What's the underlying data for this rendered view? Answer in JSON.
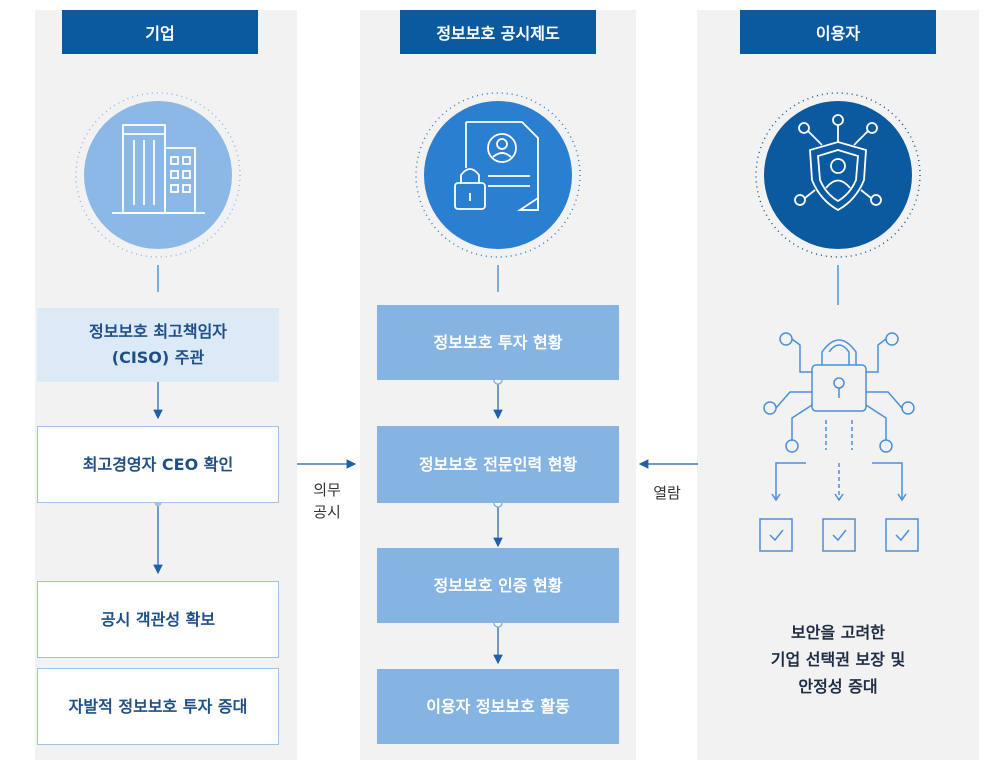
{
  "columns": {
    "company": {
      "header": "기업",
      "boxes": [
        "정보보호 최고책임자",
        "(CISO) 주관",
        "최고경영자 CEO 확인",
        "공시 객관성 확보",
        "자발적 정보보호 투자 증대"
      ]
    },
    "disclosure": {
      "header": "정보보호 공시제도",
      "boxes": [
        "정보보호 투자 현황",
        "정보보호 전문인력 현황",
        "정보보호 인증 현황",
        "이용자 정보보호 활동"
      ]
    },
    "user": {
      "header": "이용자",
      "result": [
        "보안을 고려한",
        "기업 선택권 보장 및",
        "안정성 증대"
      ]
    }
  },
  "connectors": {
    "left_label": [
      "의무",
      "공시"
    ],
    "right_label": "열람"
  },
  "colors": {
    "header": "#0b5aa0",
    "circle_light": "#8bb8e6",
    "circle_mid": "#2a7fd0",
    "circle_dark": "#0b5aa0",
    "box_mid": "#85b3e2"
  },
  "icons": [
    "building-icon",
    "document-lock-icon",
    "shield-user-icon",
    "padlock-network-icon"
  ]
}
